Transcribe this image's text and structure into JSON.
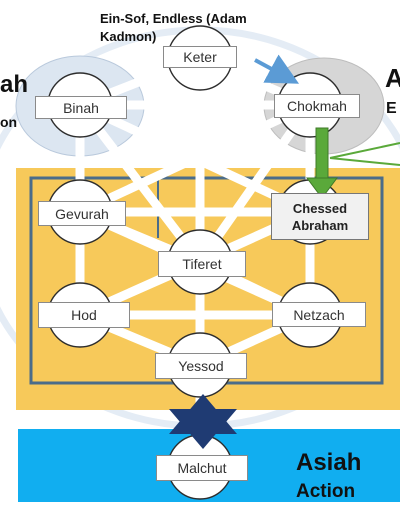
{
  "top_note": "Ein-Sof, Endless (Adam Kadmon)",
  "left_fragments": [
    "ah",
    "on"
  ],
  "right_fragments": [
    "A",
    "E"
  ],
  "world_label": "Asiah",
  "world_sublabel": "Action",
  "sefirot": {
    "keter": "Keter",
    "binah": "Binah",
    "chokmah": "Chokmah",
    "gevurah": "Gevurah",
    "chessed": [
      "Chessed",
      "Abraham"
    ],
    "tiferet": "Tiferet",
    "hod": "Hod",
    "netzach": "Netzach",
    "yessod": "Yessod",
    "malchut": "Malchut"
  },
  "colors": {
    "panel": "#f7c95a",
    "panel_frame": "#4a6c8a",
    "action_band": "#11aef0",
    "star": "#1f3b73",
    "green_arrow": "#5aa93a",
    "blue_arrow": "#5b9bd5",
    "outer_ellipse": "#e4ecf5",
    "left_circle": "#dce6f1",
    "right_circle": "#d6d6d6"
  }
}
